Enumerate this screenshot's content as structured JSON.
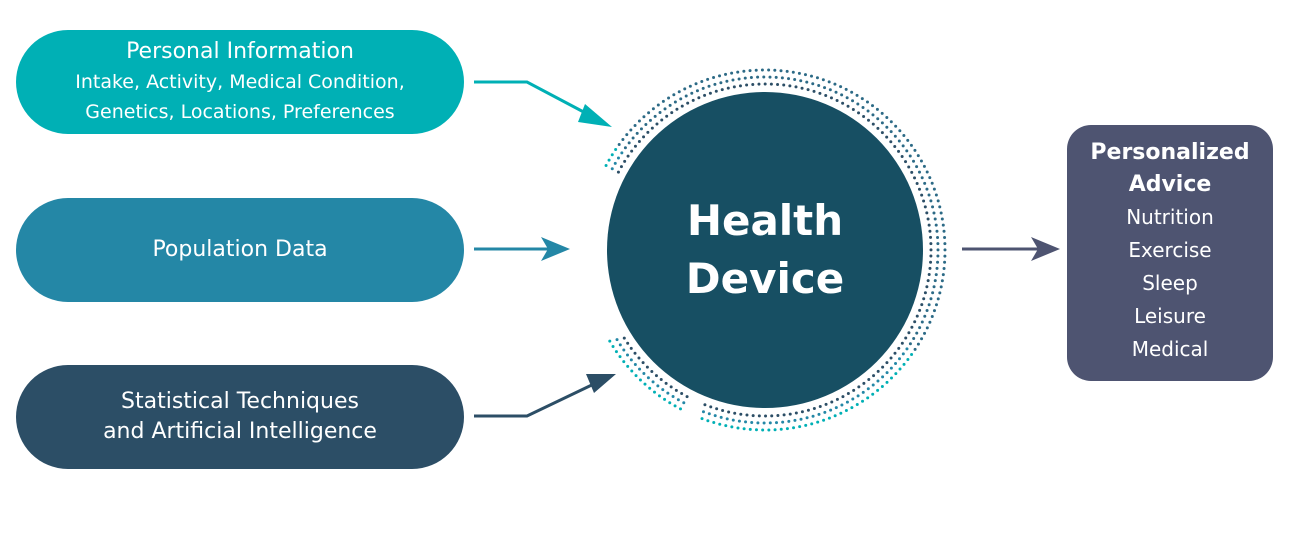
{
  "inputs": [
    {
      "title": "Personal Information",
      "subtitle": [
        "Intake, Activity, Medical Condition,",
        "Genetics, Locations, Preferences"
      ]
    },
    {
      "title": "Population Data"
    },
    {
      "title": "Statistical Techniques",
      "title2": "and Artificial Intelligence"
    }
  ],
  "center": {
    "line1": "Health",
    "line2": "Device"
  },
  "output": {
    "title1": "Personalized",
    "title2": "Advice",
    "items": [
      "Nutrition",
      "Exercise",
      "Sleep",
      "Leisure",
      "Medical"
    ]
  },
  "colors": {
    "teal": "#00b0b5",
    "mid": "#2487a6",
    "dark": "#2c4e66",
    "circle": "#174f63",
    "advice": "#4e5471"
  }
}
